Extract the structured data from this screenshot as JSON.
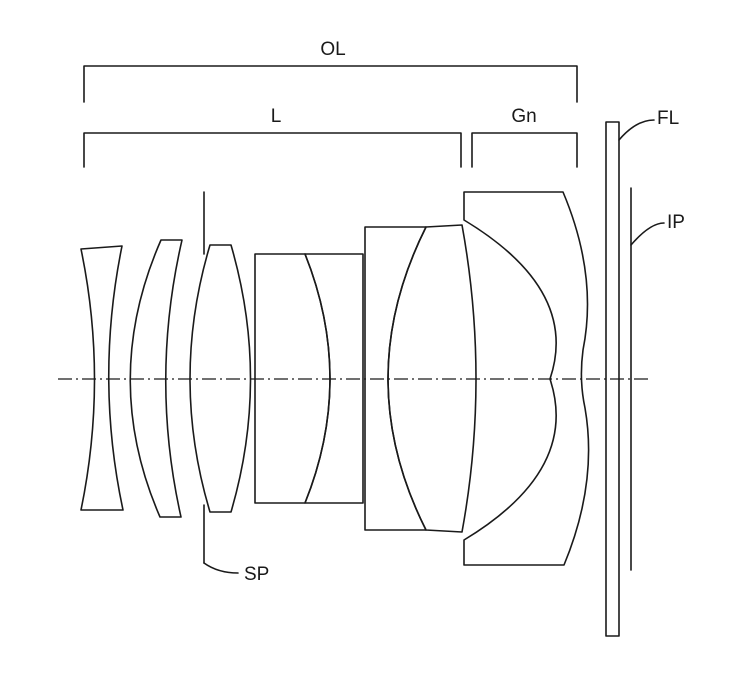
{
  "labels": {
    "overall_lens": "OL",
    "lens_unit": "L",
    "negative_group": "Gn",
    "filter": "FL",
    "image_plane": "IP",
    "aperture_stop": "SP"
  },
  "colors": {
    "line": "#1a1a1a",
    "background": "#ffffff"
  }
}
